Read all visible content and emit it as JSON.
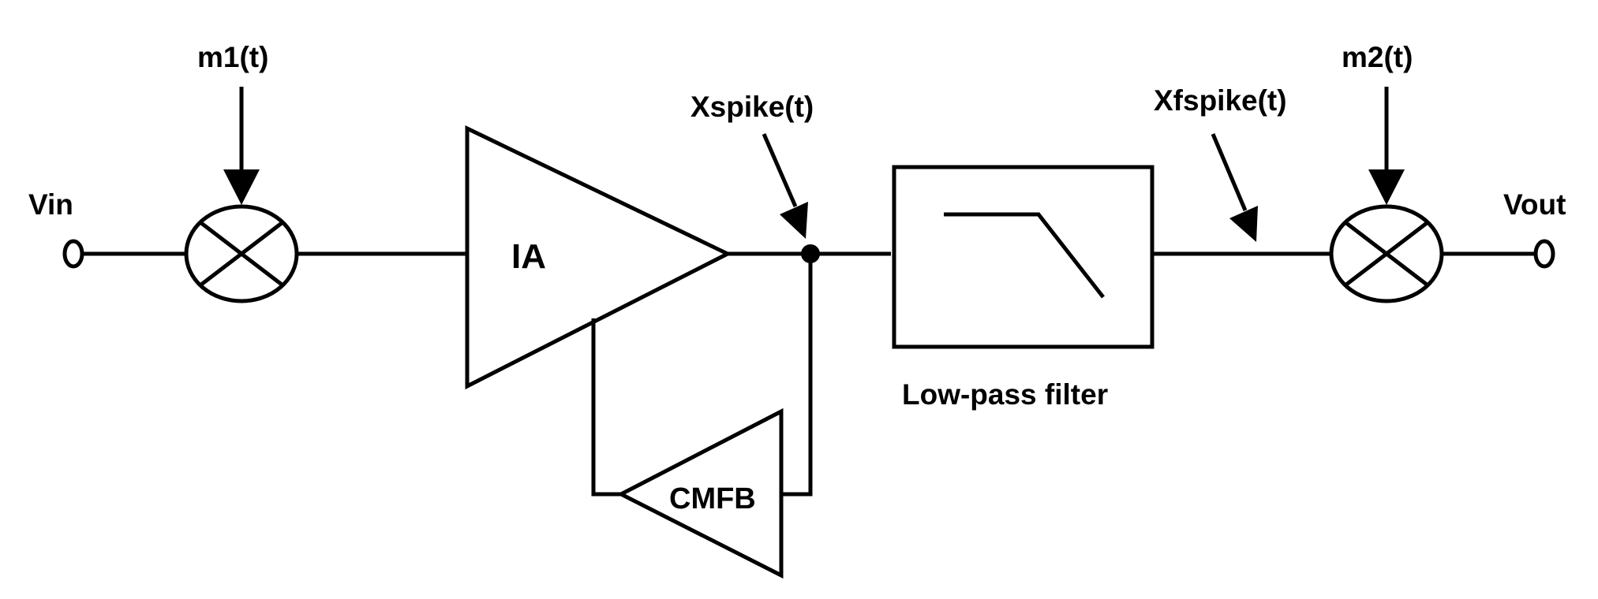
{
  "diagram": {
    "labels": {
      "vin": "Vin",
      "vout": "Vout",
      "m1": "m1(t)",
      "m2": "m2(t)",
      "xspike": "Xspike(t)",
      "xfspike": "Xfspike(t)",
      "ia": "IA",
      "cmfb": "CMFB",
      "lpf": "Low-pass filter"
    },
    "colors": {
      "stroke": "#000000",
      "background": "#ffffff"
    }
  }
}
